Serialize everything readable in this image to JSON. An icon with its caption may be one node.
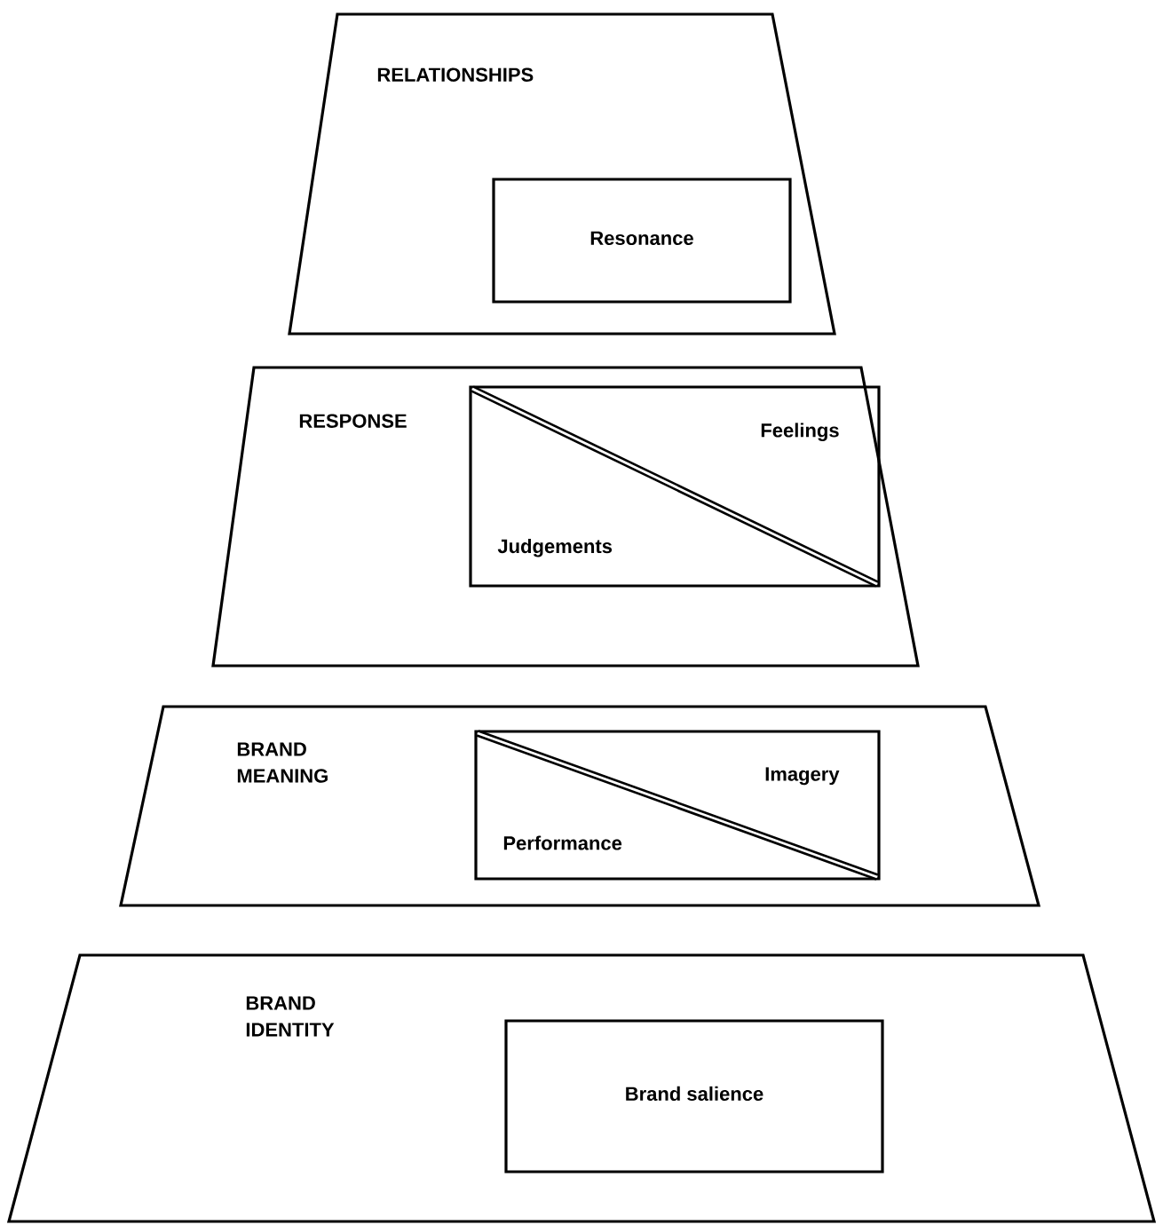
{
  "diagram": {
    "nodes": [
      {
        "text": [
          "RELATIONSHIPS"
        ]
      },
      {
        "text": [
          "Resonance"
        ],
        "in": 0
      },
      {
        "text": [
          "RESPONSE"
        ]
      },
      {
        "text": [
          "Feelings",
          "Judgements"
        ],
        "in": 2
      },
      {
        "text": [
          "BRAND MEANING"
        ]
      },
      {
        "text": [
          "Imagery",
          "Performance"
        ],
        "in": 4
      },
      {
        "text": [
          "BRAND IDENTITY"
        ]
      },
      {
        "text": [
          "Brand salience"
        ],
        "in": 6
      }
    ]
  }
}
